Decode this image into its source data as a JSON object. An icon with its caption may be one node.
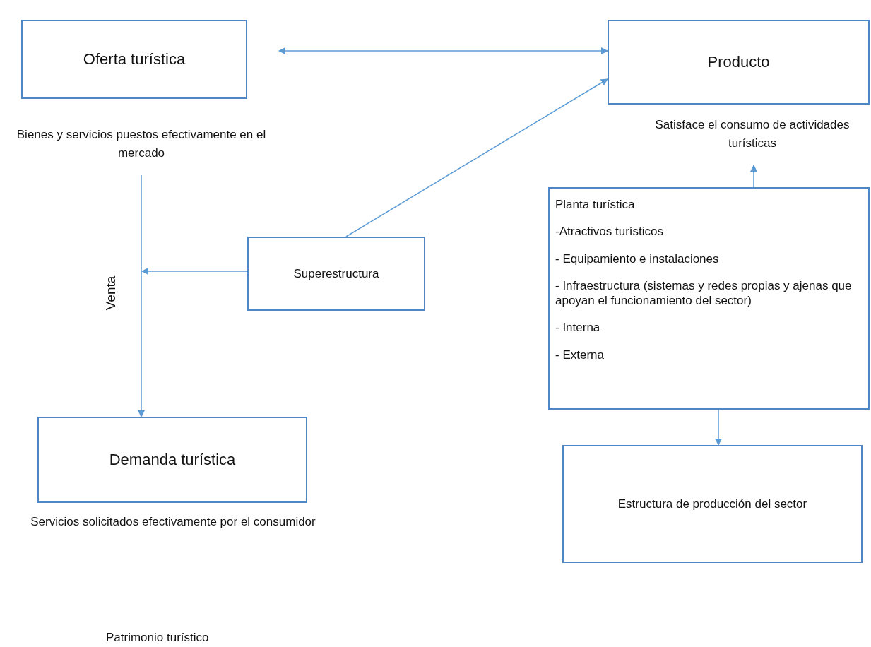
{
  "diagram": {
    "nodes": [
      {
        "text": [
          "Oferta turística"
        ],
        "beside": [
          "Bienes y servicios puestos efectivamente en el mercado"
        ]
      },
      {
        "text": [
          "Producto"
        ],
        "beside": [
          "Satisface el consumo de actividades turísticas"
        ]
      },
      {
        "text": [
          "Superestructura"
        ]
      },
      {
        "text": [
          "Planta turística",
          "-Atractivos turísticos",
          "- Equipamiento e instalaciones",
          "- Infraestructura (sistemas y redes propias y ajenas que apoyan el funcionamiento del sector)",
          "- Interna",
          "- Externa"
        ]
      },
      {
        "text": [
          "Demanda turística"
        ],
        "beside": [
          "Servicios solicitados efectivamente por el consumidor"
        ]
      },
      {
        "text": [
          "Estructura de producción del sector"
        ]
      }
    ],
    "edges": [
      {
        "from": 0,
        "to": 1,
        "arrow": "both"
      },
      {
        "from": 2,
        "to": 1,
        "arrow": "to"
      },
      {
        "from": 0,
        "to": 4,
        "arrow": "to",
        "label": "Venta"
      },
      {
        "from": 2,
        "to": null,
        "arrow": "to"
      },
      {
        "from": 3,
        "to": 1,
        "arrow": "to"
      },
      {
        "from": 3,
        "to": 5,
        "arrow": "to"
      }
    ],
    "labels": [
      "Patrimonio turístico"
    ]
  }
}
